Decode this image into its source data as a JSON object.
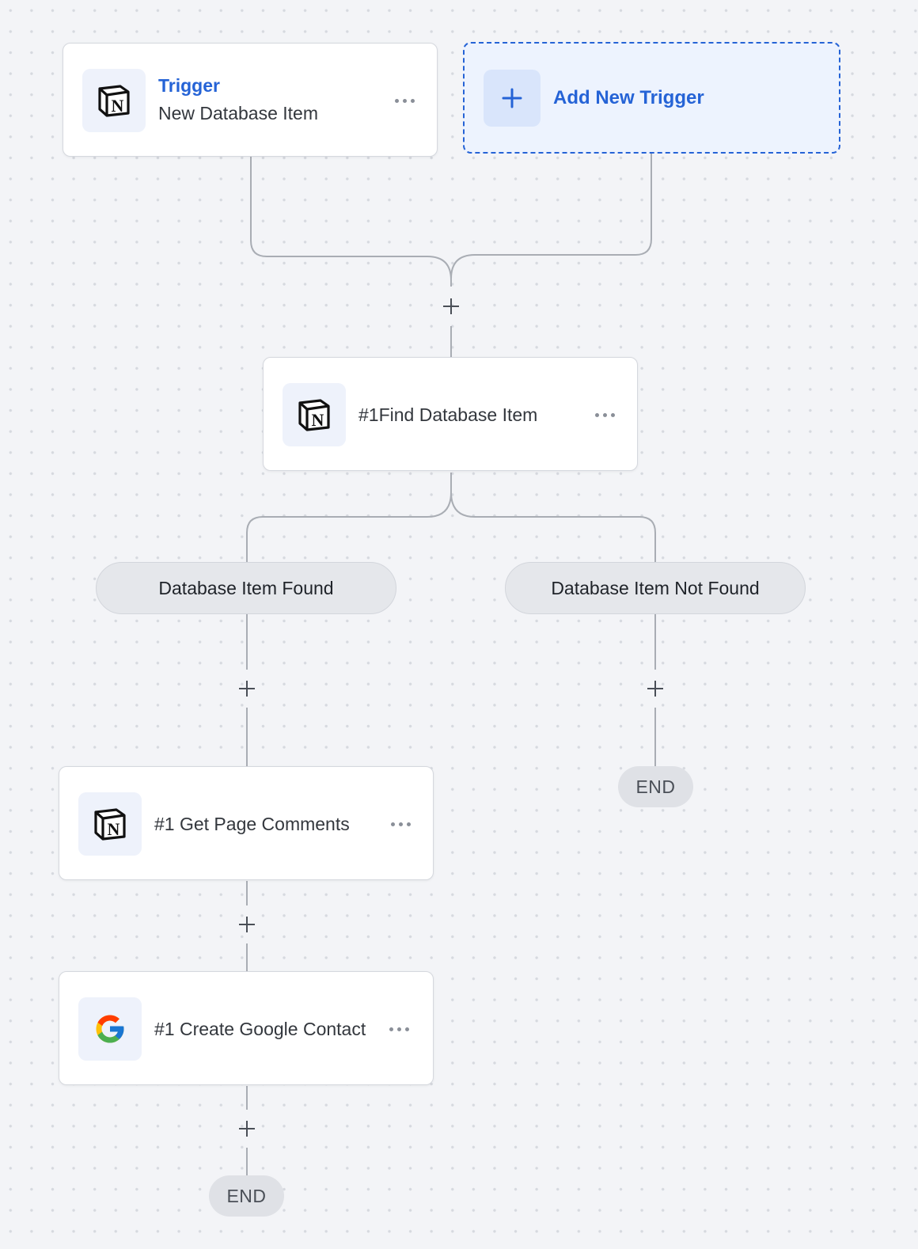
{
  "trigger": {
    "title": "Trigger",
    "subtitle": "New Database Item",
    "icon": "notion-icon"
  },
  "add_trigger": {
    "label": "Add New Trigger",
    "icon": "plus-icon"
  },
  "steps": {
    "find": {
      "label": "#1Find Database Item",
      "icon": "notion-icon"
    },
    "get_comments": {
      "label": "#1 Get Page Comments",
      "icon": "notion-icon"
    },
    "create_contact": {
      "label": "#1 Create Google Contact",
      "icon": "google-icon"
    }
  },
  "branches": {
    "found": "Database Item Found",
    "not_found": "Database Item Not Found"
  },
  "end_label": "END",
  "colors": {
    "accent": "#2563d6",
    "connector": "#a9adb4",
    "canvas": "#f3f4f7"
  }
}
